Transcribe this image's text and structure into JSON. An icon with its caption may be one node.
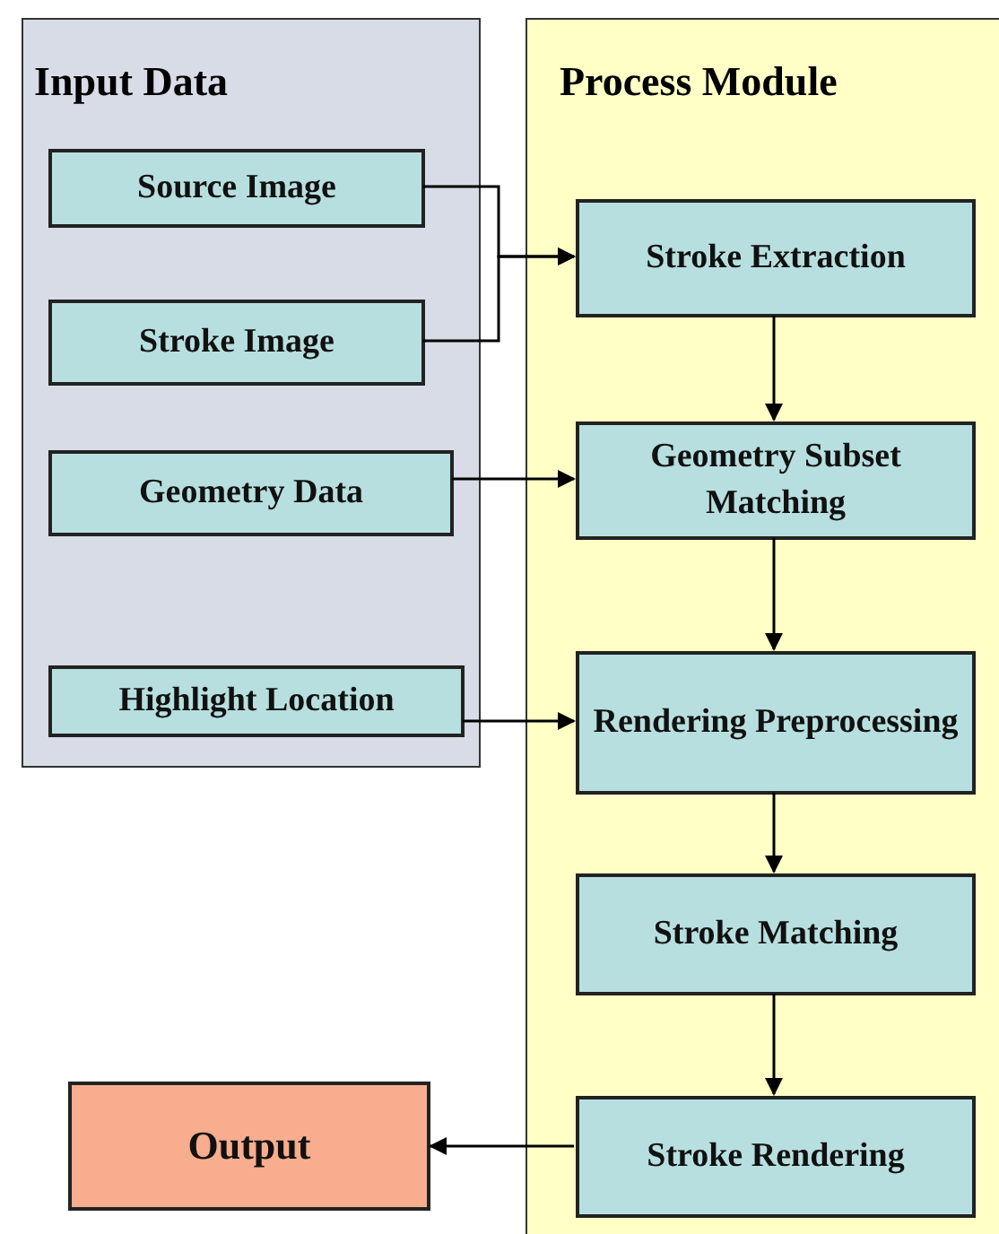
{
  "diagram": {
    "nodes": [
      {
        "text": [
          "Input Data"
        ]
      },
      {
        "text": [
          "Source Image"
        ],
        "in": 0
      },
      {
        "text": [
          "Stroke Image"
        ],
        "in": 0
      },
      {
        "text": [
          "Geometry Data"
        ],
        "in": 0
      },
      {
        "text": [
          "Highlight Location"
        ],
        "in": 0
      },
      {
        "text": [
          "Process Module"
        ]
      },
      {
        "text": [
          "Stroke Extraction"
        ],
        "in": 5
      },
      {
        "text": [
          "Geometry Subset Matching"
        ],
        "in": 5
      },
      {
        "text": [
          "Rendering Preprocessing"
        ],
        "in": 5
      },
      {
        "text": [
          "Stroke Matching"
        ],
        "in": 5
      },
      {
        "text": [
          "Stroke Rendering"
        ],
        "in": 5
      },
      {
        "text": [
          "Output"
        ]
      }
    ],
    "edges": [
      {
        "from": 1,
        "to": 6,
        "arrow": "to"
      },
      {
        "from": 2,
        "to": 6,
        "arrow": "to"
      },
      {
        "from": 3,
        "to": 7,
        "arrow": "to"
      },
      {
        "from": 4,
        "to": 8,
        "arrow": "to"
      },
      {
        "from": 6,
        "to": 7,
        "arrow": "to"
      },
      {
        "from": 7,
        "to": 8,
        "arrow": "to"
      },
      {
        "from": 8,
        "to": 9,
        "arrow": "to"
      },
      {
        "from": 9,
        "to": 10,
        "arrow": "to"
      },
      {
        "from": 10,
        "to": 11,
        "arrow": "to"
      }
    ]
  }
}
